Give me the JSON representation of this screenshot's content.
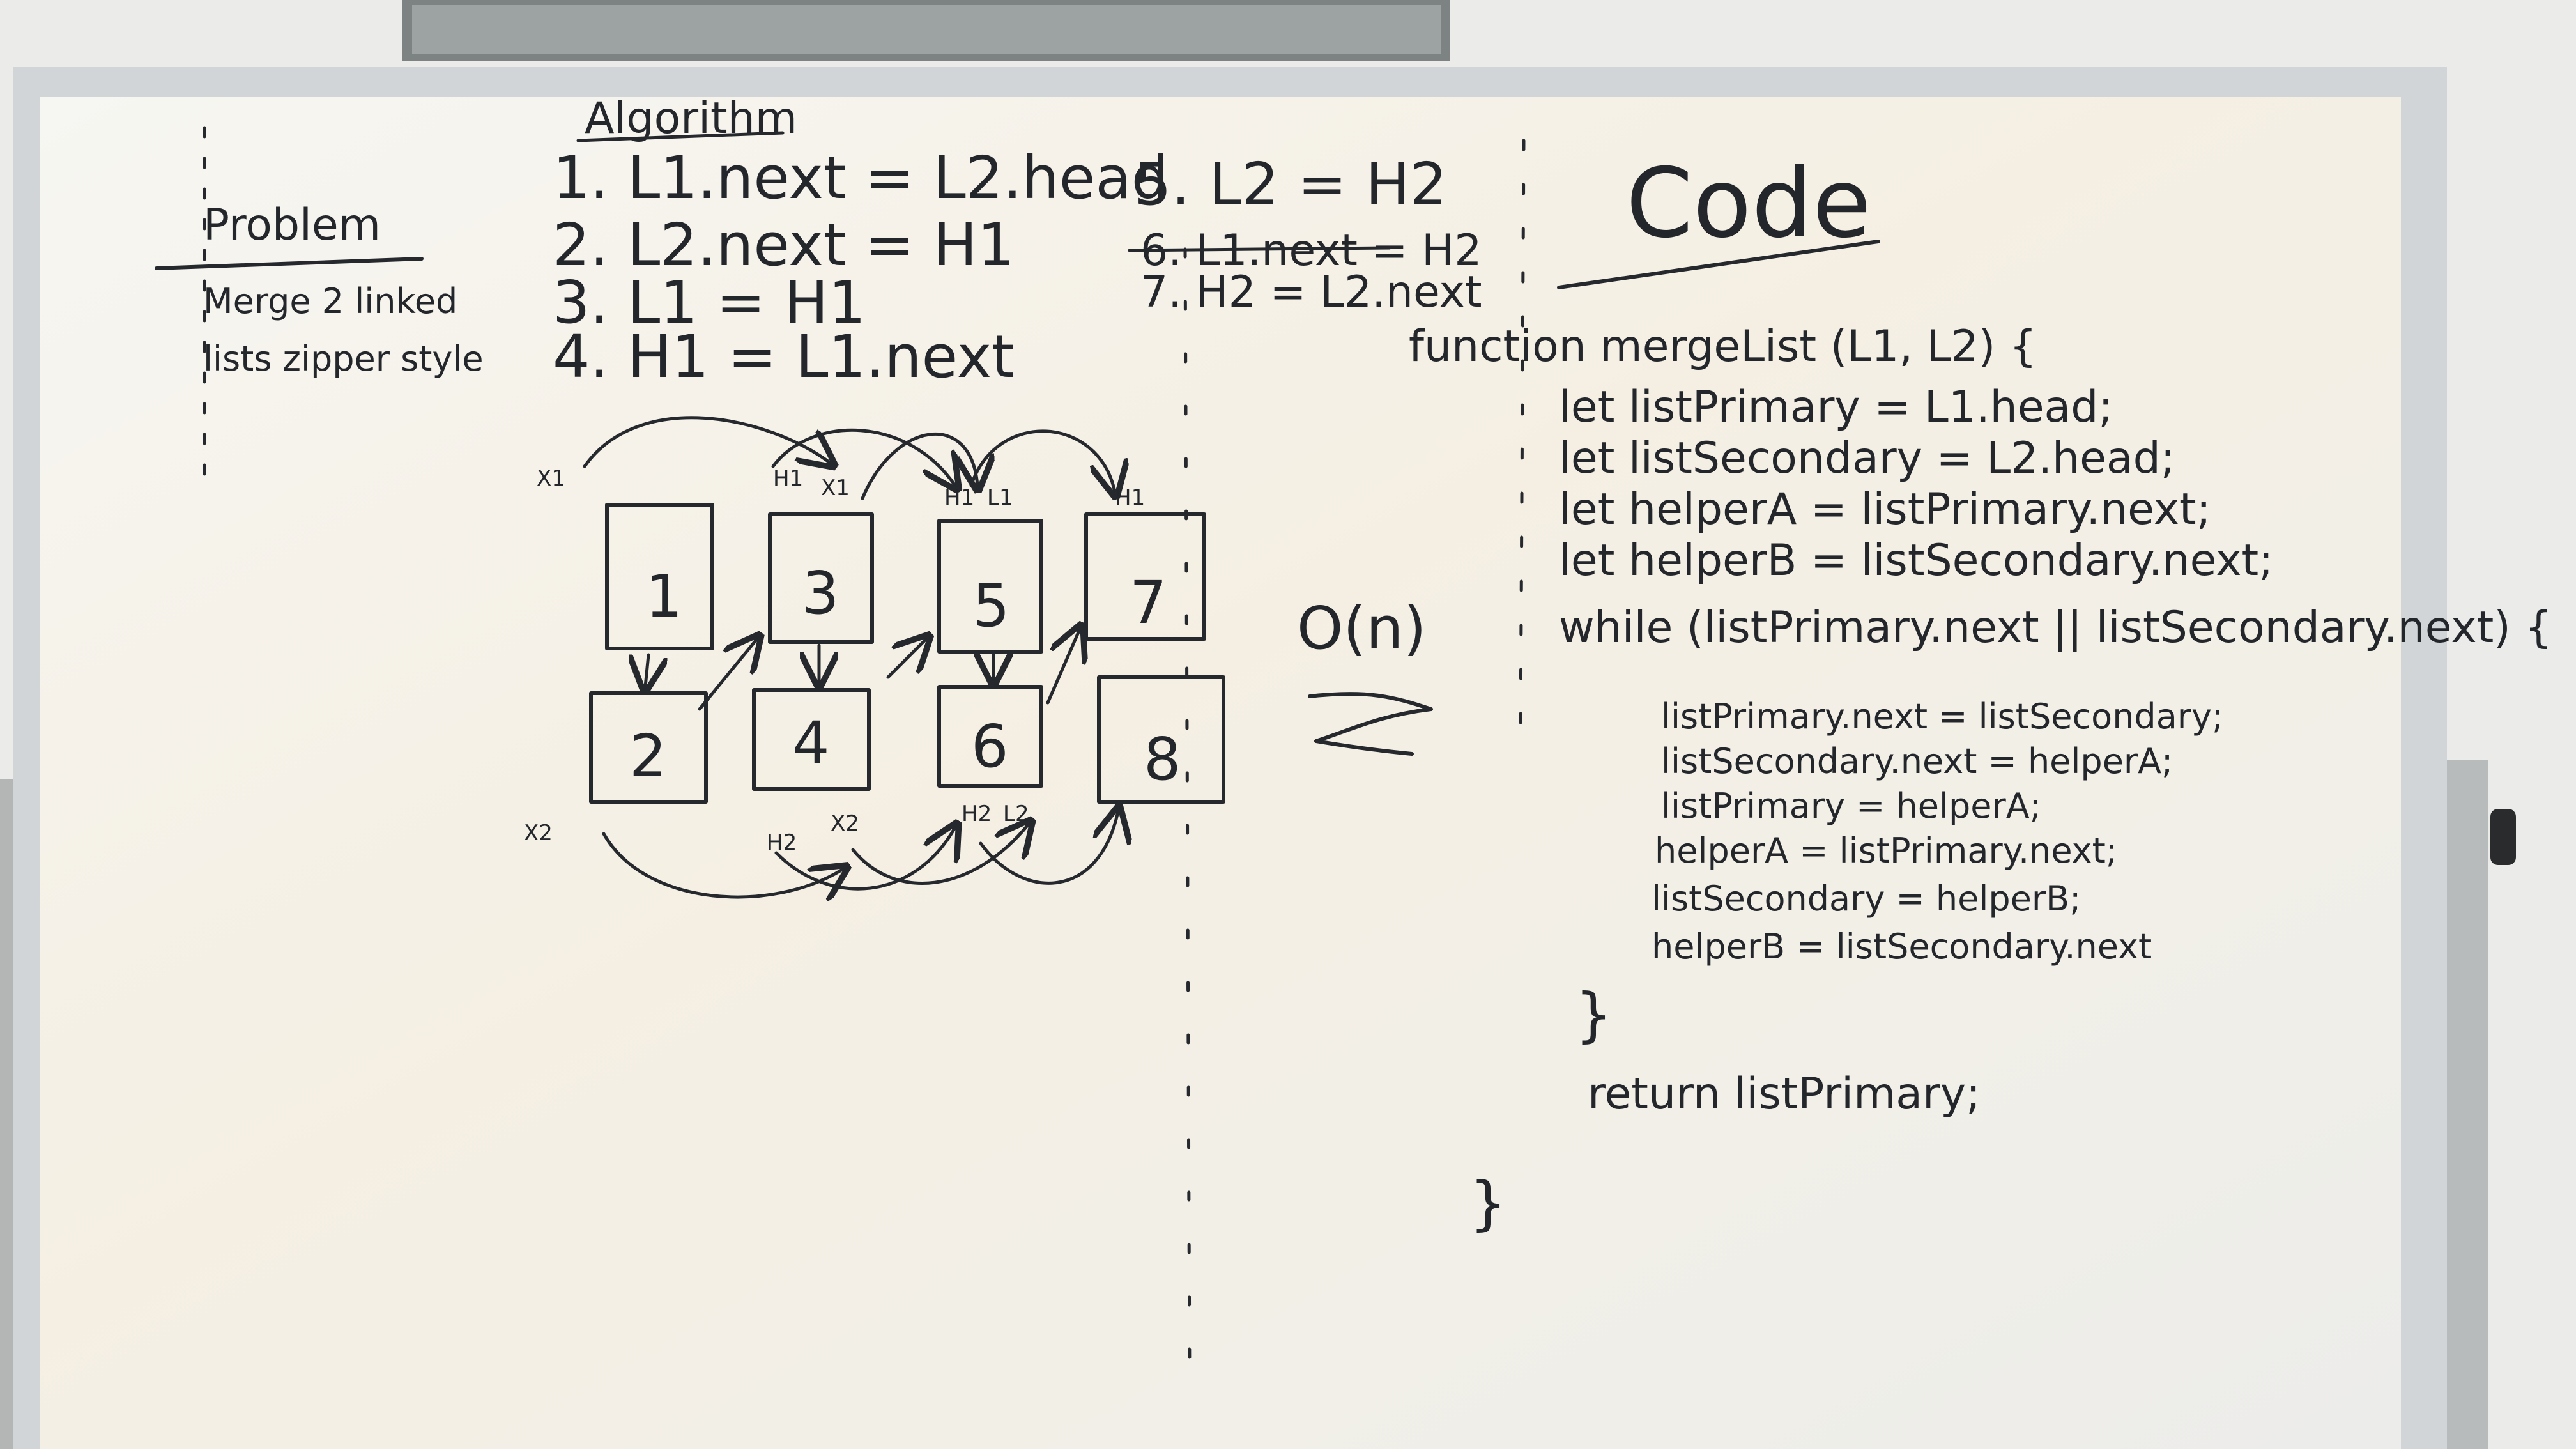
{
  "problem": {
    "title": "Problem",
    "lines": [
      "Merge 2 linked",
      "lists zipper style"
    ]
  },
  "algorithm": {
    "title": "Algorithm",
    "steps": [
      "1. L1.next = L2.head",
      "2. L2.next = H1",
      "3. L1 = H1",
      "4. H1 = L1.next",
      "5. L2 = H2",
      "6. L1.next = H2",
      "7. H2 = L2.next"
    ]
  },
  "diagram": {
    "top_nodes": [
      "1",
      "3",
      "5",
      "7"
    ],
    "bottom_nodes": [
      "2",
      "4",
      "6",
      "8"
    ],
    "top_markers": [
      "X1",
      "H1",
      "X1",
      "H1",
      "L1",
      "H1"
    ],
    "bottom_markers": [
      "X2",
      "H2",
      "X2",
      "H2",
      "L2"
    ],
    "complexity": "O(n)"
  },
  "code": {
    "title": "Code",
    "lines": [
      "function mergeList (L1, L2) {",
      "let listPrimary = L1.head;",
      "let listSecondary = L2.head;",
      "let helperA = listPrimary.next;",
      "let helperB = listSecondary.next;",
      "while (listPrimary.next || listSecondary.next) {",
      "listPrimary.next = listSecondary;",
      "listSecondary.next = helperA;",
      "listPrimary = helperA;",
      "helperA = listPrimary.next;",
      "listSecondary = helperB;",
      "helperB = listSecondary.next",
      "}",
      "return listPrimary;",
      "}"
    ]
  }
}
